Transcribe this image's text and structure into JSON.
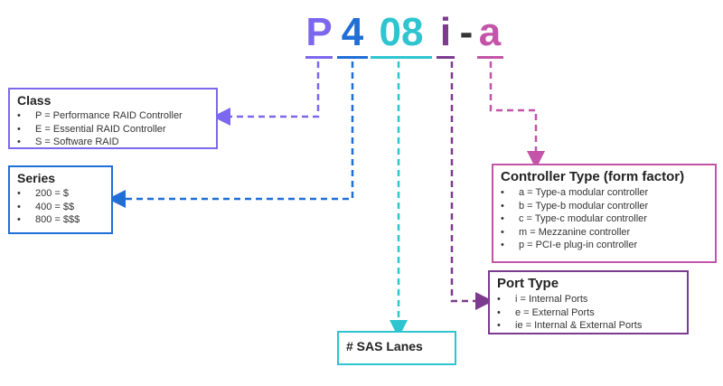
{
  "code": {
    "chars": [
      {
        "text": "P",
        "color": "#7b68ee"
      },
      {
        "text": "4",
        "color": "#1f6fd6"
      },
      {
        "text": "08",
        "color": "#2ec5d0"
      },
      {
        "text": "i",
        "color": "#7d3b8e"
      },
      {
        "text": "-",
        "color": "#333333"
      },
      {
        "text": "a",
        "color": "#c354a8"
      }
    ]
  },
  "boxes": {
    "class": {
      "title": "Class",
      "color": "#7b68ee",
      "items": [
        "P = Performance RAID Controller",
        "E = Essential RAID Controller",
        "S = Software RAID"
      ]
    },
    "series": {
      "title": "Series",
      "color": "#1f6fd6",
      "items": [
        "200 = $",
        "400 = $$",
        "800 = $$$"
      ]
    },
    "sas": {
      "title": "# SAS Lanes",
      "color": "#2ec5d0"
    },
    "port": {
      "title": "Port Type",
      "color": "#7d3b8e",
      "items": [
        "i = Internal Ports",
        "e = External Ports",
        "ie = Internal & External Ports"
      ]
    },
    "controller": {
      "title": "Controller Type (form factor)",
      "color": "#c354a8",
      "items": [
        "a = Type-a modular controller",
        "b = Type-b modular controller",
        "c = Type-c modular controller",
        "m = Mezzanine controller",
        "p = PCI-e plug-in controller"
      ]
    }
  }
}
